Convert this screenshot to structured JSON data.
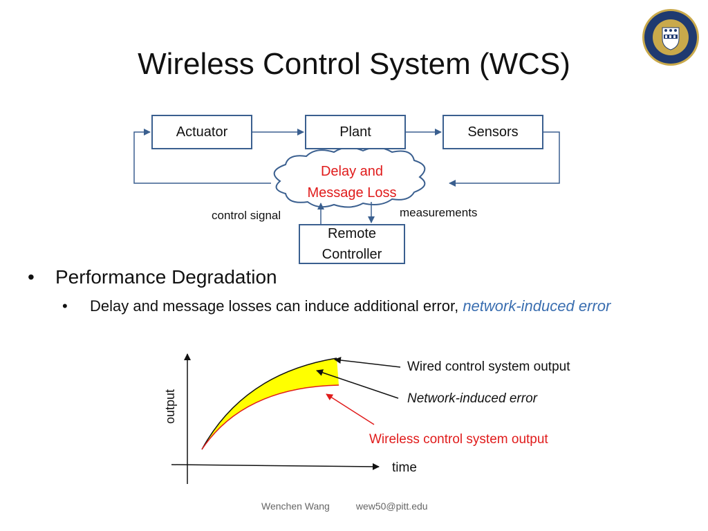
{
  "title": "Wireless Control System (WCS)",
  "diagram": {
    "actuator": "Actuator",
    "plant": "Plant",
    "sensors": "Sensors",
    "cloud_line1": "Delay and",
    "cloud_line2": "Message Loss",
    "control_signal": "control signal",
    "measurements": "measurements",
    "controller_line1": "Remote",
    "controller_line2": "Controller"
  },
  "bullets": {
    "level1": "Performance Degradation",
    "level2_text": "Delay and message losses can induce additional error, ",
    "level2_emphasis": "network-induced error"
  },
  "plot": {
    "ylabel": "output",
    "xlabel": "time",
    "wired_label": "Wired control system output",
    "error_label": "Network-induced error",
    "wireless_label": "Wireless control system output"
  },
  "footer": {
    "author": "Wenchen Wang",
    "email": "wew50@pitt.edu"
  },
  "colors": {
    "box_border": "#3a5f8f",
    "cloud_text": "#e01b1b",
    "error_fill": "#ffff00",
    "wireless_curve": "#e01b1b",
    "emphasis": "#3a6eb0"
  },
  "icons": [
    "university-seal-icon"
  ]
}
